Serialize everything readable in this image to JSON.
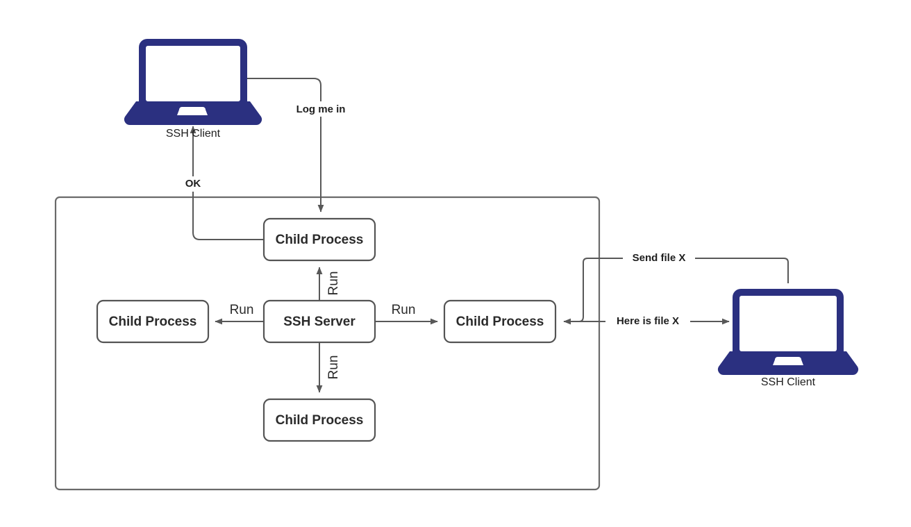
{
  "diagram": {
    "title": "SSH Server child process model",
    "colors": {
      "laptop": "#2b3080",
      "edge": "#585858",
      "node_stroke": "#545454",
      "container_stroke": "#6a6a6a",
      "text": "#2b2b2b",
      "background": "#ffffff"
    },
    "devices": [
      {
        "id": "client-top",
        "label": "SSH Client"
      },
      {
        "id": "client-right",
        "label": "SSH Client"
      }
    ],
    "nodes": [
      {
        "id": "child-top",
        "label": "Child Process"
      },
      {
        "id": "child-left",
        "label": "Child Process"
      },
      {
        "id": "server",
        "label": "SSH Server"
      },
      {
        "id": "child-right",
        "label": "Child Process"
      },
      {
        "id": "child-bottom",
        "label": "Child Process"
      }
    ],
    "edges": [
      {
        "id": "login",
        "label": "Log me in",
        "from": "client-top",
        "to": "child-top",
        "bold": true,
        "orientation": "horizontal"
      },
      {
        "id": "ok",
        "label": "OK",
        "from": "child-top",
        "to": "client-top",
        "bold": true,
        "orientation": "horizontal"
      },
      {
        "id": "run-up",
        "label": "Run",
        "from": "server",
        "to": "child-top",
        "bold": false,
        "orientation": "vertical"
      },
      {
        "id": "run-left",
        "label": "Run",
        "from": "server",
        "to": "child-left",
        "bold": false,
        "orientation": "horizontal"
      },
      {
        "id": "run-right",
        "label": "Run",
        "from": "server",
        "to": "child-right",
        "bold": false,
        "orientation": "horizontal"
      },
      {
        "id": "run-down",
        "label": "Run",
        "from": "server",
        "to": "child-bottom",
        "bold": false,
        "orientation": "vertical"
      },
      {
        "id": "send-file",
        "label": "Send file X",
        "from": "client-right",
        "to": "child-right",
        "bold": true,
        "orientation": "horizontal"
      },
      {
        "id": "here-file",
        "label": "Here is file X",
        "from": "child-right",
        "to": "client-right",
        "bold": true,
        "orientation": "horizontal"
      }
    ]
  }
}
